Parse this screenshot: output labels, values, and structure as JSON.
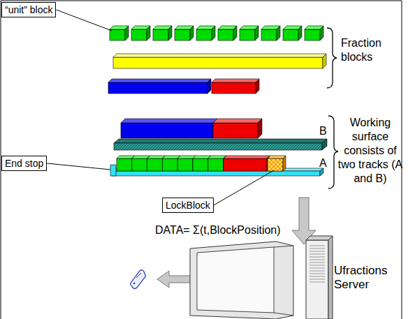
{
  "diagram": {
    "nodes": [
      {
        "text": [
          "“unit” block"
        ]
      },
      {
        "text": [
          "End stop"
        ]
      },
      {
        "text": [
          "LockBlock"
        ]
      }
    ],
    "labels": [
      "Fraction blocks",
      "Working surface consists of two tracks (A and B)",
      "B",
      "A",
      "DATA= Σ(t,BlockPosition)",
      "Ufractions Server"
    ]
  }
}
